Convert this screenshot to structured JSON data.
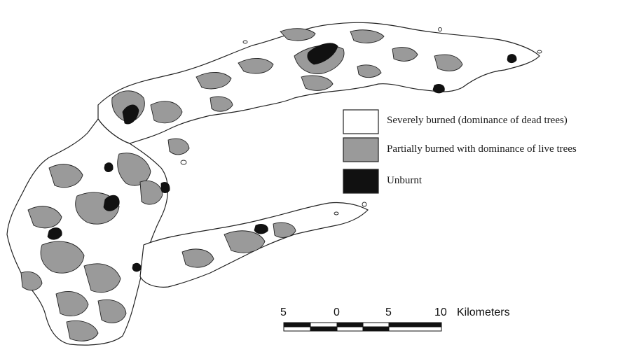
{
  "legend": {
    "items": [
      {
        "label": "Severely burned (dominance of dead trees)",
        "fill": "#ffffff"
      },
      {
        "label": "Partially burned with dominance of live trees",
        "fill": "#9a9a9a"
      },
      {
        "label": "Unburnt",
        "fill": "#111111"
      }
    ]
  },
  "scale_bar": {
    "ticks": [
      "5",
      "0",
      "5",
      "10"
    ],
    "unit": "Kilometers"
  },
  "colors": {
    "severely_burned": "#ffffff",
    "partially_burned": "#9a9a9a",
    "unburnt": "#111111",
    "outline": "#222222"
  }
}
